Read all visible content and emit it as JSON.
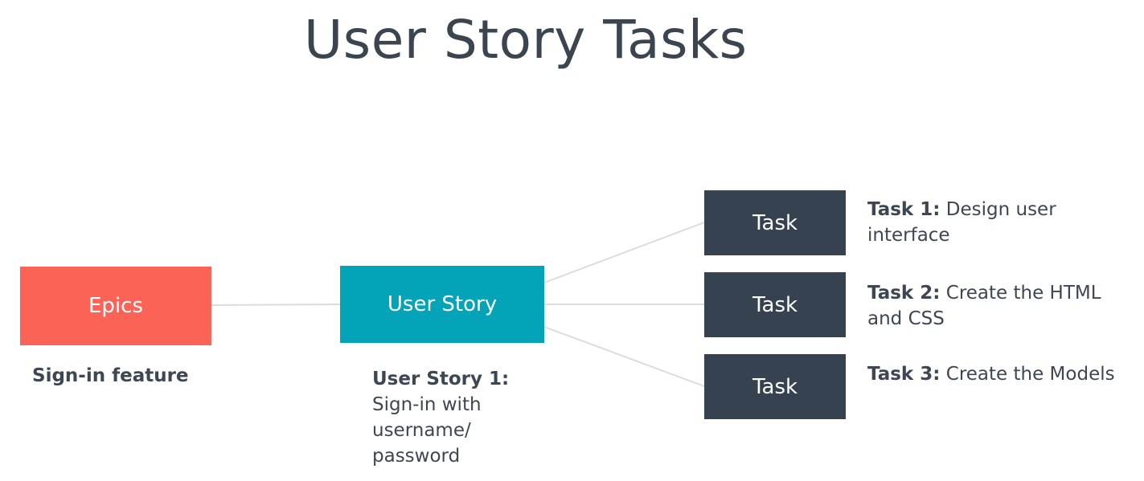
{
  "title": "User Story Tasks",
  "epic": {
    "label": "Epics",
    "caption": "Sign-in feature",
    "color": "#fb6357"
  },
  "user_story": {
    "label": "User Story",
    "caption_heading": "User Story 1:",
    "caption_body": "Sign-in with username/ password",
    "color": "#03a4b8"
  },
  "tasks": [
    {
      "label": "Task",
      "caption_heading": "Task 1:",
      "caption_body": "Design user interface"
    },
    {
      "label": "Task",
      "caption_heading": "Task 2:",
      "caption_body": "Create the HTML and CSS"
    },
    {
      "label": "Task",
      "caption_heading": "Task 3:",
      "caption_body": "Create the Models"
    }
  ],
  "task_color": "#36424f",
  "connector_color": "#dcdcdc"
}
